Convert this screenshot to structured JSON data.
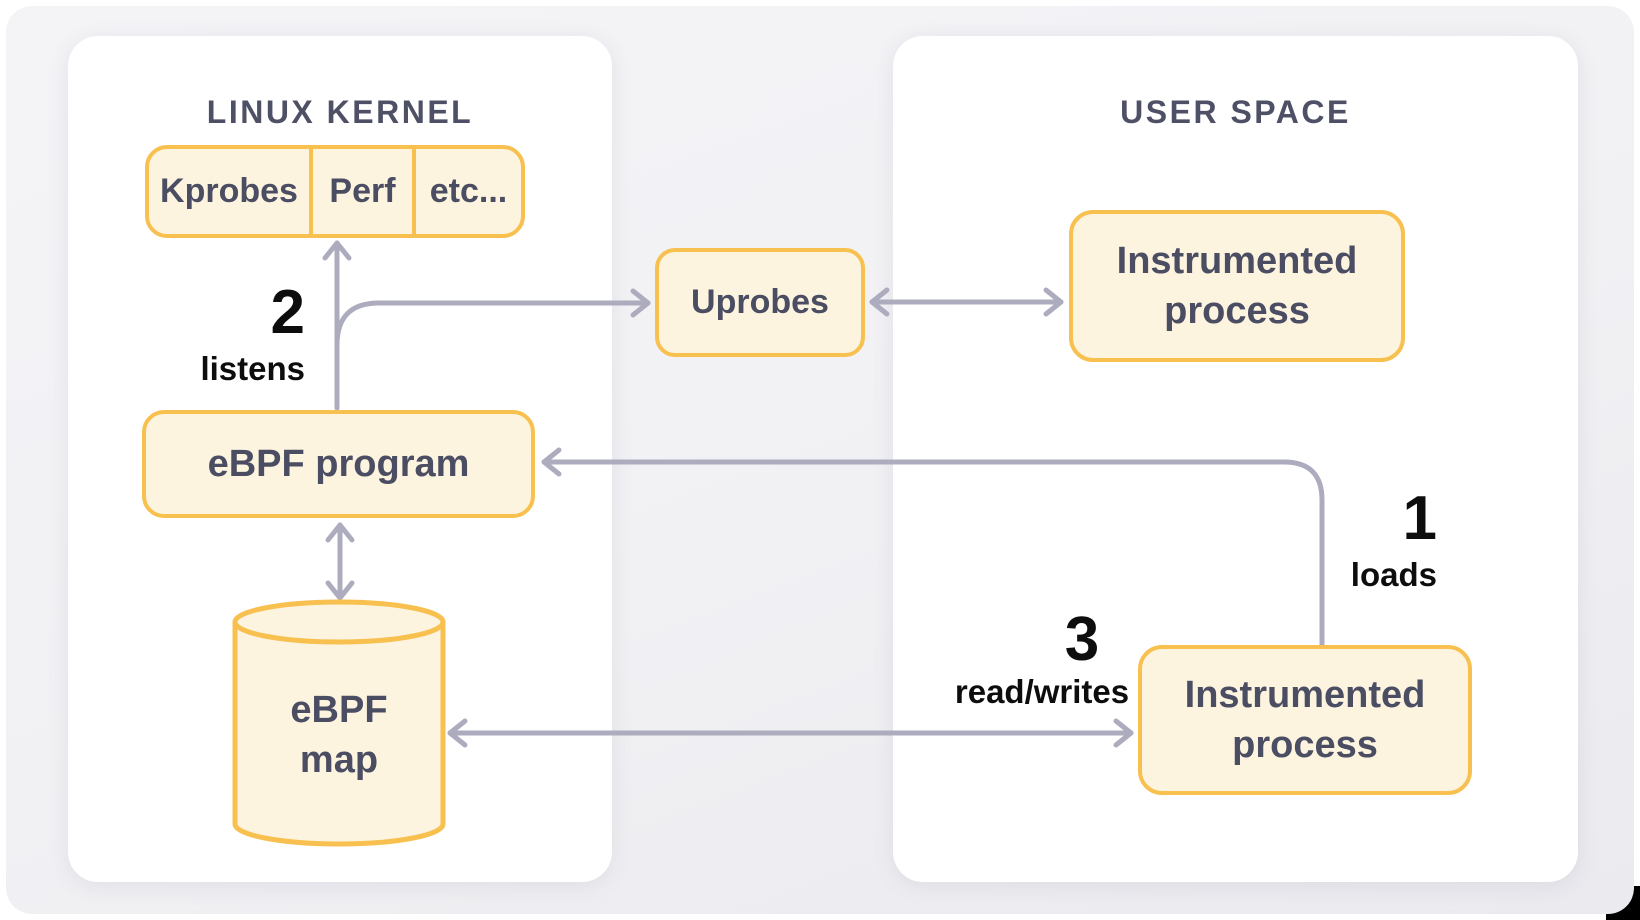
{
  "kernel_panel": {
    "title": "LINUX KERNEL",
    "probes": [
      "Kprobes",
      "Perf",
      "etc..."
    ],
    "ebpf_program": "eBPF program",
    "ebpf_map": [
      "eBPF",
      "map"
    ]
  },
  "user_panel": {
    "title": "USER SPACE",
    "process_top": "Instrumented process",
    "process_bottom": "Instrumented process"
  },
  "bridge": {
    "uprobes": "Uprobes"
  },
  "steps": {
    "step1": {
      "number": "1",
      "label": "loads"
    },
    "step2": {
      "number": "2",
      "label": "listens"
    },
    "step3": {
      "number": "3",
      "label": "read/writes"
    }
  },
  "colors": {
    "node_border": "#f7c04f",
    "node_fill": "#fdf4e0",
    "panel_bg": "#ffffff",
    "canvas_bg": "#f1f1f4",
    "arrow": "#acacbe",
    "node_text": "#4b4d62",
    "title_text": "#4e5066",
    "step_text": "#0d0d0d"
  }
}
